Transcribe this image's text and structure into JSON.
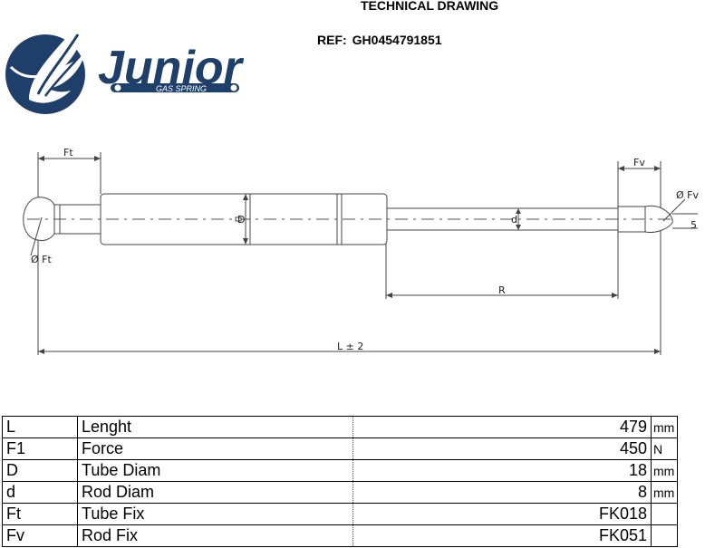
{
  "header": {
    "title": "TECHNICAL DRAWING",
    "ref_label": "REF:",
    "ref_code": "GH0454791851"
  },
  "logo": {
    "brand": "Junior",
    "subtitle": "GAS SPRING",
    "color": "#1f3f6b"
  },
  "drawing": {
    "labels": {
      "ft": "Ft",
      "fv": "Fv",
      "phi_ft": "Ø Ft",
      "phi_fv": "Ø Fv",
      "d_small": "d",
      "D_big": "D",
      "r": "R",
      "l_tol": "L ± 2",
      "five": "5"
    }
  },
  "specs": {
    "rows": [
      {
        "sym": "L",
        "label": "Lenght",
        "value": "479",
        "unit": "mm"
      },
      {
        "sym": "F1",
        "label": "Force",
        "value": "450",
        "unit": "N"
      },
      {
        "sym": "D",
        "label": "Tube Diam",
        "value": "18",
        "unit": "mm"
      },
      {
        "sym": "d",
        "label": "Rod Diam",
        "value": "8",
        "unit": "mm"
      },
      {
        "sym": "Ft",
        "label": "Tube Fix",
        "value": "FK018",
        "unit": ""
      },
      {
        "sym": "Fv",
        "label": "Rod Fix",
        "value": "FK051",
        "unit": ""
      }
    ]
  }
}
